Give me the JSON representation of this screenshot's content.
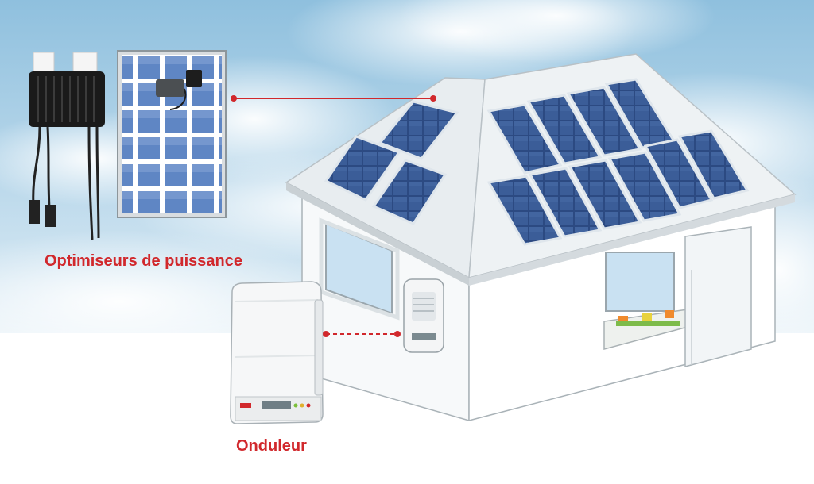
{
  "labels": {
    "optimizers": "Optimiseurs de puissance",
    "inverter": "Onduleur"
  },
  "colors": {
    "accent_red": "#d1282c",
    "sky_top": "#8fc0de",
    "sky_bottom": "#ffffff",
    "panel_blue": "#2f4f86",
    "wall": "#f7f9fa",
    "roof": "#e8edf0"
  },
  "icons": {
    "optimizer": "power-optimizer-device",
    "panel": "solar-panel-with-optimizer",
    "inverter": "inverter-unit",
    "house": "house-with-solar-roof"
  }
}
